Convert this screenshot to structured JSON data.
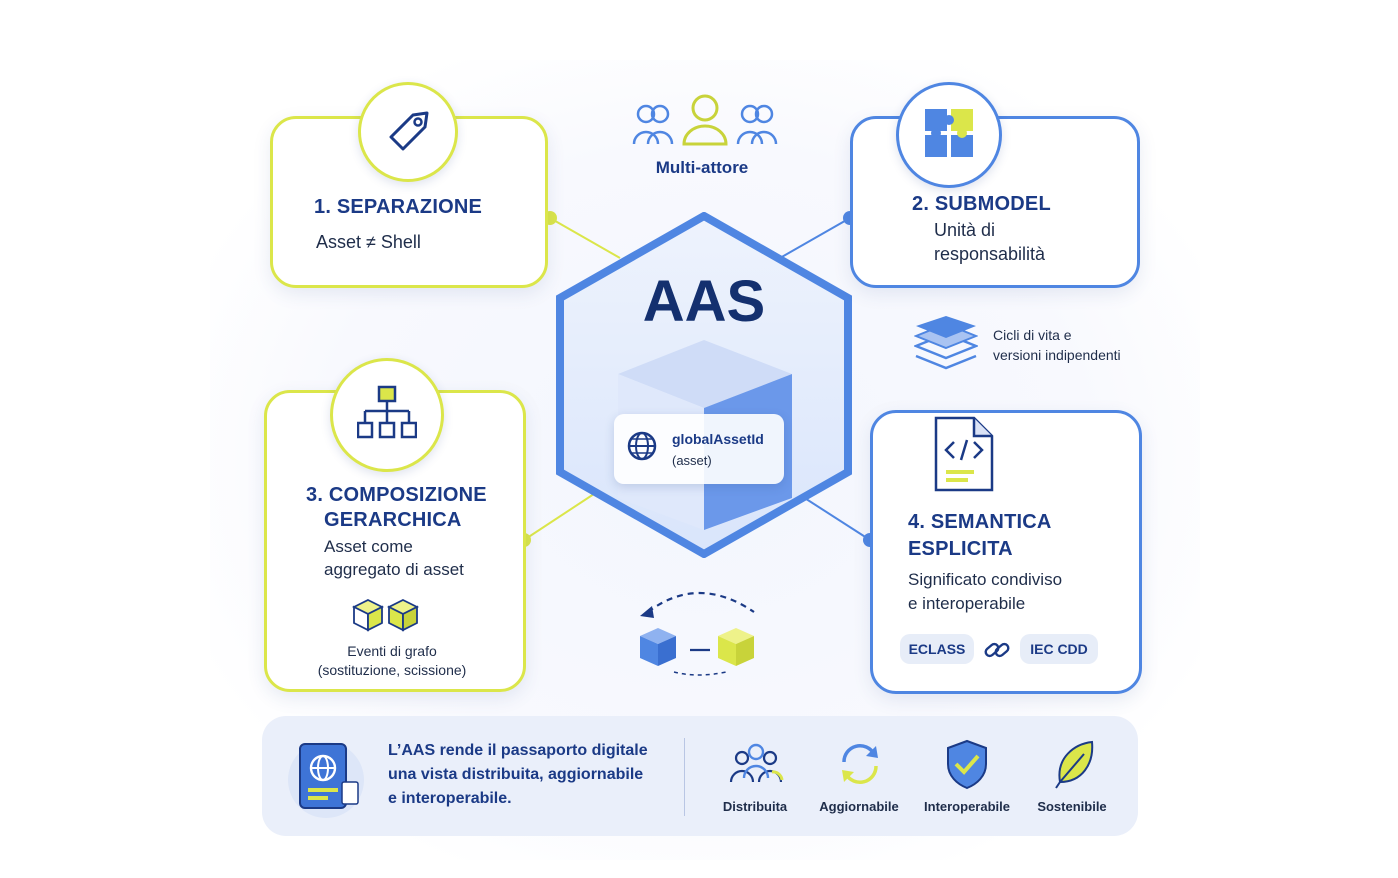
{
  "center": {
    "title": "AAS",
    "id_label": "globalAssetId",
    "id_sub": "(asset)"
  },
  "multi_actor": {
    "label": "Multi-attore"
  },
  "card1": {
    "title": "1. SEPARAZIONE",
    "text": "Asset ≠ Shell"
  },
  "card2": {
    "title": "2. SUBMODEL",
    "line1": "Unità di",
    "line2": "responsabilità"
  },
  "lifecycle": {
    "line1": "Cicli di vita e",
    "line2": "versioni indipendenti"
  },
  "card3": {
    "title1": "3. COMPOSIZIONE",
    "title2": "GERARCHICA",
    "line1": "Asset come",
    "line2": "aggregato di asset",
    "events1": "Eventi di grafo",
    "events2": "(sostituzione, scissione)"
  },
  "card4": {
    "title1": "4. SEMANTICA",
    "title2": "ESPLICITA",
    "line1": "Significato condiviso",
    "line2": "e interoperabile",
    "tag1": "ECLASS",
    "tag2": "IEC CDD"
  },
  "footer": {
    "line1": "L’AAS rende il passaporto digitale",
    "line2": "una vista distribuita, aggiornabile",
    "line3": "e interoperabile.",
    "items": [
      {
        "label": "Distribuita",
        "icon": "people-network-icon"
      },
      {
        "label": "Aggiornabile",
        "icon": "refresh-icon"
      },
      {
        "label": "Interoperabile",
        "icon": "shield-check-icon"
      },
      {
        "label": "Sostenibile",
        "icon": "leaf-icon"
      }
    ]
  },
  "colors": {
    "blue": "#4f86e2",
    "navy": "#1b3a86",
    "yellow": "#dbe64a"
  }
}
